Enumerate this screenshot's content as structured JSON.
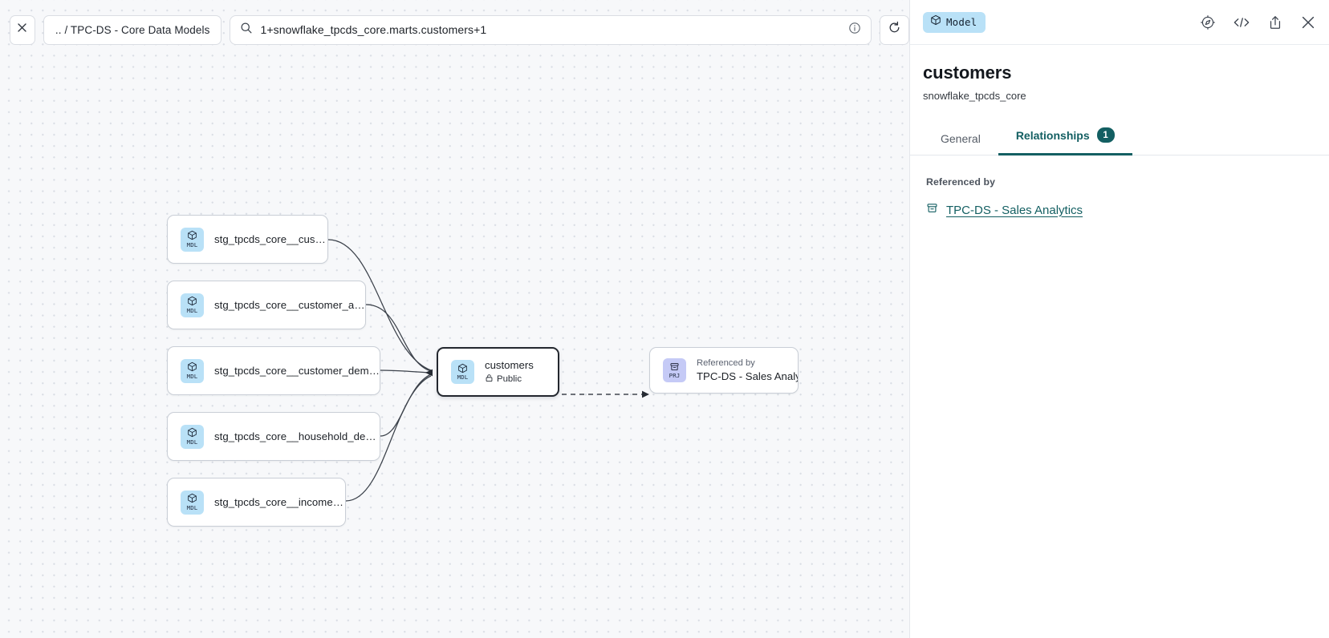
{
  "toolbar": {
    "close_icon": "close-icon",
    "breadcrumb": ".. / TPC-DS - Core Data Models",
    "search_icon": "search-icon",
    "search_value": "1+snowflake_tpcds_core.marts.customers+1",
    "info_icon": "info-circle-icon",
    "refresh_icon": "refresh-icon"
  },
  "graph": {
    "upstream_nodes": [
      {
        "badge": "MDL",
        "badge_icon": "cube-icon",
        "label": "stg_tpcds_core__customer"
      },
      {
        "badge": "MDL",
        "badge_icon": "cube-icon",
        "label": "stg_tpcds_core__customer_address"
      },
      {
        "badge": "MDL",
        "badge_icon": "cube-icon",
        "label": "stg_tpcds_core__customer_demogra…"
      },
      {
        "badge": "MDL",
        "badge_icon": "cube-icon",
        "label": "stg_tpcds_core__household_demogr…"
      },
      {
        "badge": "MDL",
        "badge_icon": "cube-icon",
        "label": "stg_tpcds_core__income_band"
      }
    ],
    "center_node": {
      "badge": "MDL",
      "badge_icon": "cube-icon",
      "title": "customers",
      "access_icon": "lock-icon",
      "access": "Public"
    },
    "downstream_node": {
      "badge": "PRJ",
      "badge_icon": "project-icon",
      "eyebrow": "Referenced by",
      "title": "TPC-DS - Sales Analytics"
    }
  },
  "panel": {
    "chip_label": "Model",
    "chip_icon": "cube-icon",
    "actions": [
      {
        "name": "explore-icon"
      },
      {
        "name": "code-icon"
      },
      {
        "name": "share-icon"
      },
      {
        "name": "close-icon"
      }
    ],
    "title": "customers",
    "subtitle": "snowflake_tpcds_core",
    "tabs": [
      {
        "label": "General",
        "count": null,
        "active": false
      },
      {
        "label": "Relationships",
        "count": "1",
        "active": true
      }
    ],
    "section_label": "Referenced by",
    "references": [
      {
        "icon": "project-icon",
        "label": "TPC-DS - Sales Analytics"
      }
    ]
  },
  "colors": {
    "accent_teal": "#135f62",
    "badge_model": "#b9e1f7",
    "badge_project": "#c5caf6",
    "canvas_bg": "#f7f8fa",
    "edge": "#3b414a"
  }
}
